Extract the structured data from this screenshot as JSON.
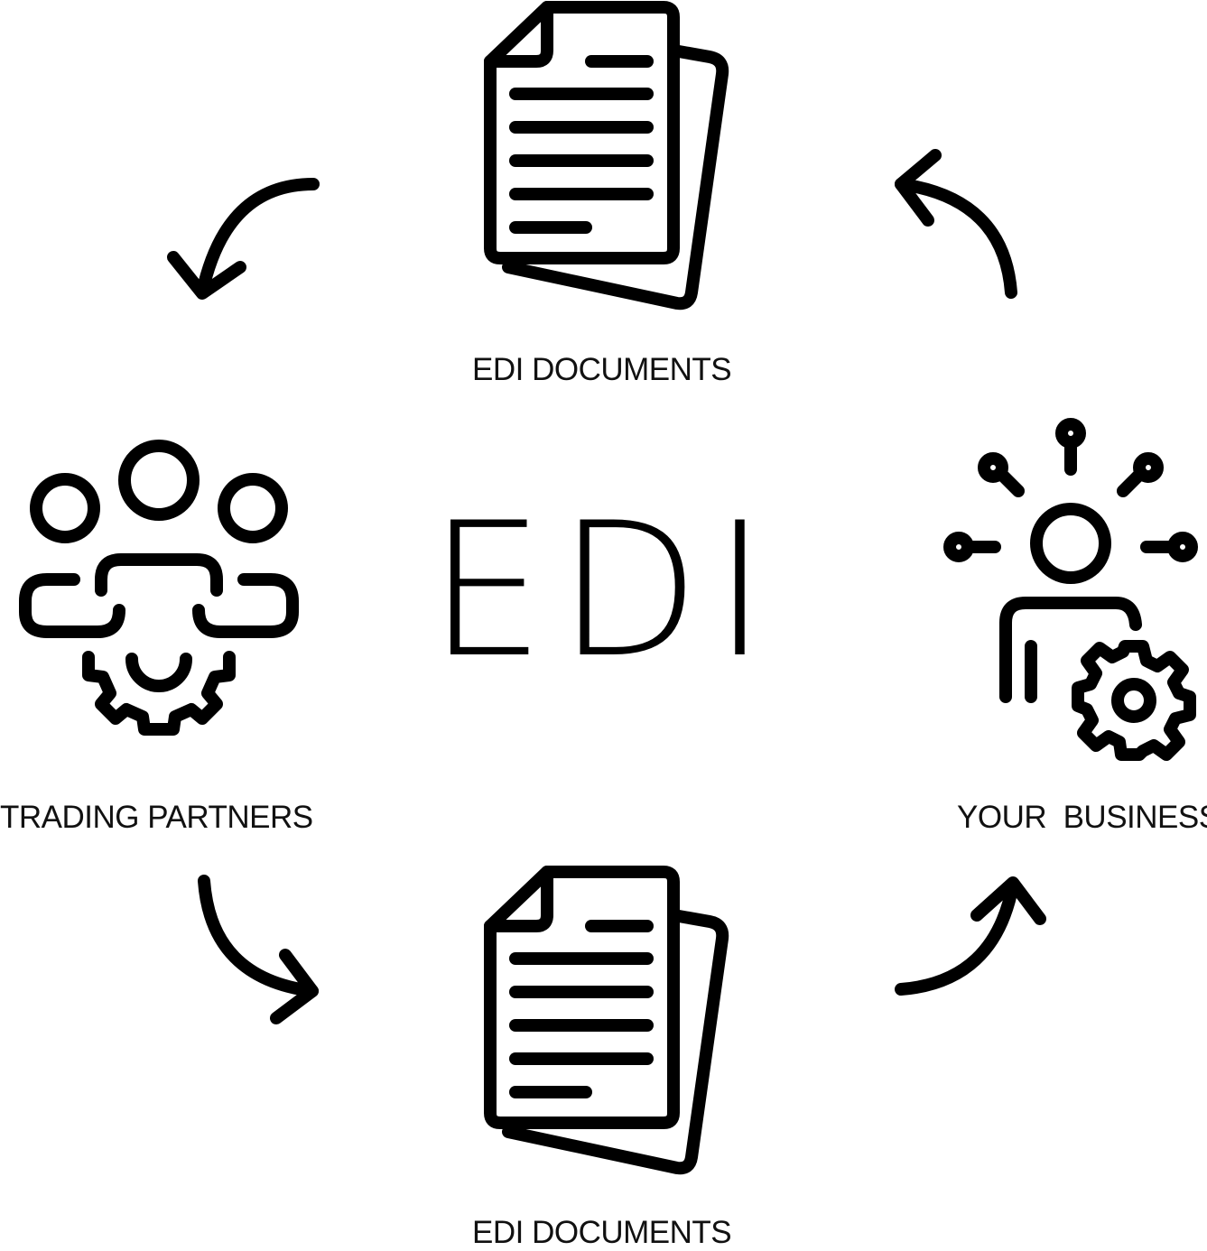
{
  "center_title": "EDI",
  "nodes": {
    "documents_top": {
      "label": "EDI DOCUMENTS",
      "icon": "document-stack-icon"
    },
    "documents_bottom": {
      "label": "EDI DOCUMENTS",
      "icon": "document-stack-icon"
    },
    "trading_partners": {
      "label": "TRADING PARTNERS",
      "icon": "team-gear-icon"
    },
    "your_business": {
      "label": "YOUR  BUSINESS",
      "icon": "person-network-gear-icon"
    }
  },
  "colors": {
    "stroke": "#000000",
    "background": "#ffffff"
  }
}
